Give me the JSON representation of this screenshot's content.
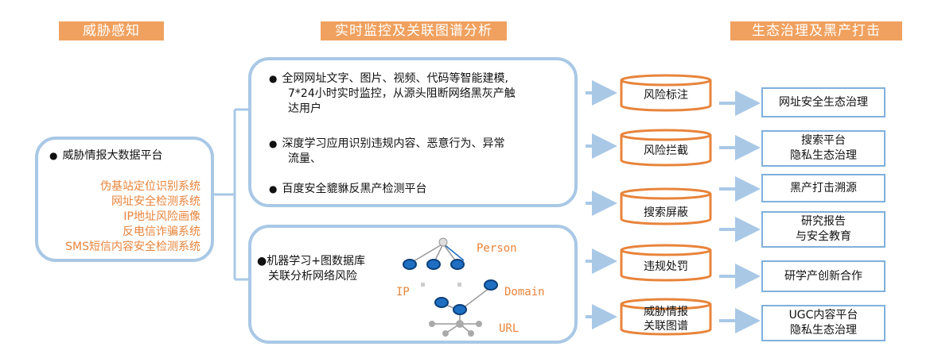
{
  "headers": {
    "left": "威胁感知",
    "middle": "实时监控及关联图谱分析",
    "right": "生态治理及黑产打击"
  },
  "left_panel": {
    "title": "威胁情报大数据平台",
    "systems": [
      "伪基站定位识别系统",
      "网址安全检测系统",
      "IP地址风险画像",
      "反电信诈骗系统",
      "SMS短信内容安全检测系统"
    ]
  },
  "middle_top": {
    "bullet1": [
      "全网网址文字、图片、视频、代码等智能建模,",
      "7*24小时实时监控，从源头阻断网络黑灰产触",
      "达用户"
    ],
    "bullet2": [
      "深度学习应用识别违规内容、恶意行为、异常",
      "流量、"
    ],
    "bullet3": "百度安全貔貅反黑产检测平台"
  },
  "middle_bottom": {
    "text": [
      "●机器学习+图数据库",
      "关联分析网络风险"
    ],
    "graph_labels": {
      "person": "Person",
      "ip": "IP",
      "domain": "Domain",
      "url": "URL"
    }
  },
  "cylinders": [
    {
      "label": [
        "风险标注"
      ]
    },
    {
      "label": [
        "风险拦截"
      ]
    },
    {
      "label": [
        "搜索屏蔽"
      ]
    },
    {
      "label": [
        "违规处罚"
      ]
    },
    {
      "label": [
        "威胁情报",
        "关联图谱"
      ]
    }
  ],
  "outcomes": [
    [
      "网址安全生态治理"
    ],
    [
      "搜索平台",
      "隐私生态治理"
    ],
    [
      "黑产打击溯源"
    ],
    [
      "研究报告",
      "与安全教育"
    ],
    [
      "研学产创新合作"
    ],
    [
      "UGC内容平台",
      "隐私生态治理"
    ]
  ],
  "colors": {
    "header": "#f0a15f",
    "accent_text": "#e8843b",
    "box_border": "#a9c8e6",
    "arrow": "#a9c8e6",
    "cylinder_stroke": "#e8843b",
    "node_fill": "#1e6fc2"
  }
}
